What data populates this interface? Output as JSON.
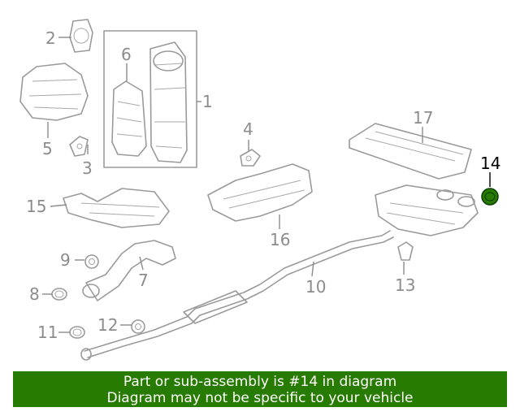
{
  "callouts": {
    "c1": "1",
    "c2": "2",
    "c3": "3",
    "c4": "4",
    "c5": "5",
    "c6": "6",
    "c7": "7",
    "c8": "8",
    "c9": "9",
    "c10": "10",
    "c11": "11",
    "c12": "12",
    "c13": "13",
    "c14": "14",
    "c15": "15",
    "c16": "16",
    "c17": "17"
  },
  "highlighted_part": "14",
  "colors": {
    "highlight": "#267b00",
    "line": "#9a9a9a",
    "text_on_banner": "#ffffff"
  },
  "banner": {
    "line1": "Part or sub-assembly is #14 in diagram",
    "line2": "Diagram may not be specific to your vehicle"
  }
}
